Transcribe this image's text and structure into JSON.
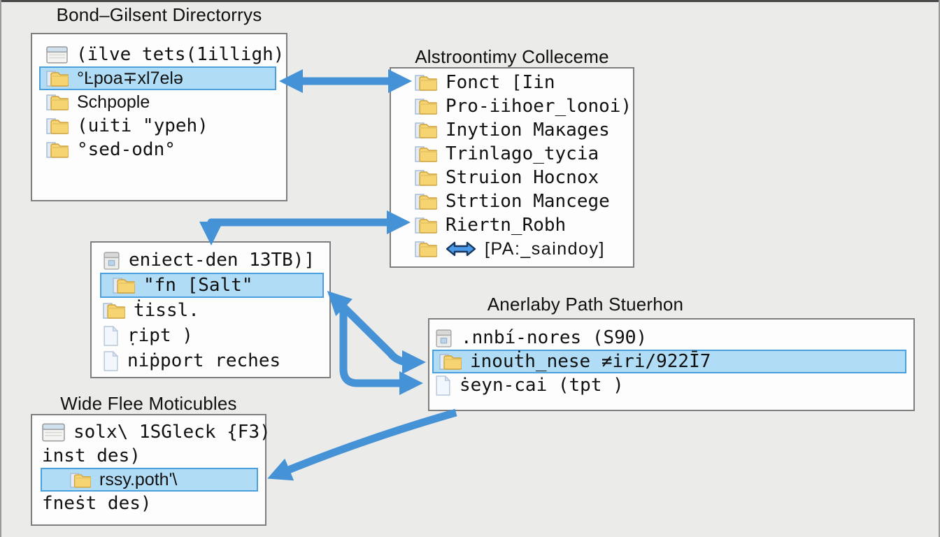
{
  "colors": {
    "accent_arrow": "#4592d6",
    "highlight_bg": "#b0ddf5",
    "highlight_border": "#4aa0dc",
    "panel_border": "#7e7e7e",
    "page_bg": "#ebebe9",
    "folder_yellow": "#f6d472"
  },
  "panels": {
    "bond": {
      "title": "Bond–Gilsent Directorrys",
      "rows": [
        {
          "icon": "window-icon",
          "label": "(ïlve tets(1illigh)",
          "highlighted": false
        },
        {
          "icon": "folder-icon",
          "label": "°Ŀpoa∓xl7elə",
          "highlighted": true
        },
        {
          "icon": "folder-icon",
          "label": "Schpople",
          "highlighted": false
        },
        {
          "icon": "folder-icon",
          "label": "(uiti \"ypeh)",
          "highlighted": false
        },
        {
          "icon": "folder-icon",
          "label": "°sed-odn°",
          "highlighted": false
        }
      ]
    },
    "alstro": {
      "title": "Alstroontimy Colleceme",
      "rows": [
        {
          "icon": "folder-icon",
          "label": "Fonct [Iin",
          "highlighted": false
        },
        {
          "icon": "folder-icon",
          "label": "Pro-iihoer_lonoi)",
          "highlighted": false
        },
        {
          "icon": "folder-icon",
          "label": "Inytion Maĸages",
          "highlighted": false
        },
        {
          "icon": "folder-icon",
          "label": "Trinlago_tycia",
          "highlighted": false
        },
        {
          "icon": "folder-icon",
          "label": "Struion Hocnox",
          "highlighted": false
        },
        {
          "icon": "folder-icon",
          "label": "Strtion Mancege",
          "highlighted": false
        },
        {
          "icon": "folder-icon",
          "label": "Riertn_Robh",
          "highlighted": false
        },
        {
          "icon": "folder-icon",
          "extra_icon": "shortcut-arrow-icon",
          "label": "[PA:_saindoy]",
          "highlighted": false
        }
      ]
    },
    "eniect": {
      "title": "",
      "rows": [
        {
          "icon": "archive-icon",
          "label": "eniect-den 13TB)]",
          "highlighted": false
        },
        {
          "icon": "folder-icon",
          "label": "\"fn [Salt\"",
          "highlighted": true
        },
        {
          "icon": "folder-icon",
          "label": "ṫissl.",
          "highlighted": false
        },
        {
          "icon": "file-icon",
          "label": "ṛipt )",
          "highlighted": false
        },
        {
          "icon": "file-icon",
          "label": "niṗport reches",
          "highlighted": false
        }
      ]
    },
    "anerlaby": {
      "title": "Anerlaby Path Stuerhon",
      "rows": [
        {
          "icon": "archive-icon",
          "label": ".nnbí-nores (S9Θ)",
          "highlighted": false
        },
        {
          "icon": "folder-icon",
          "label": "inouṫh_nese ≠iri/922Ī7",
          "highlighted": true
        },
        {
          "icon": "file-icon",
          "label": "ṡeyn-cai (tpt )",
          "highlighted": false
        }
      ]
    },
    "wide": {
      "title": "Wide Flee Moticubles",
      "rows": [
        {
          "icon": "window-icon",
          "label": "solx\\ 1SGleck {F3)",
          "highlighted": false
        },
        {
          "icon": "none",
          "label": "inst des)",
          "highlighted": false
        },
        {
          "icon": "folder-icon",
          "label": "rssy.poth'\\",
          "highlighted": true
        },
        {
          "icon": "none",
          "label": "fneṡt des)",
          "highlighted": false
        }
      ]
    }
  }
}
